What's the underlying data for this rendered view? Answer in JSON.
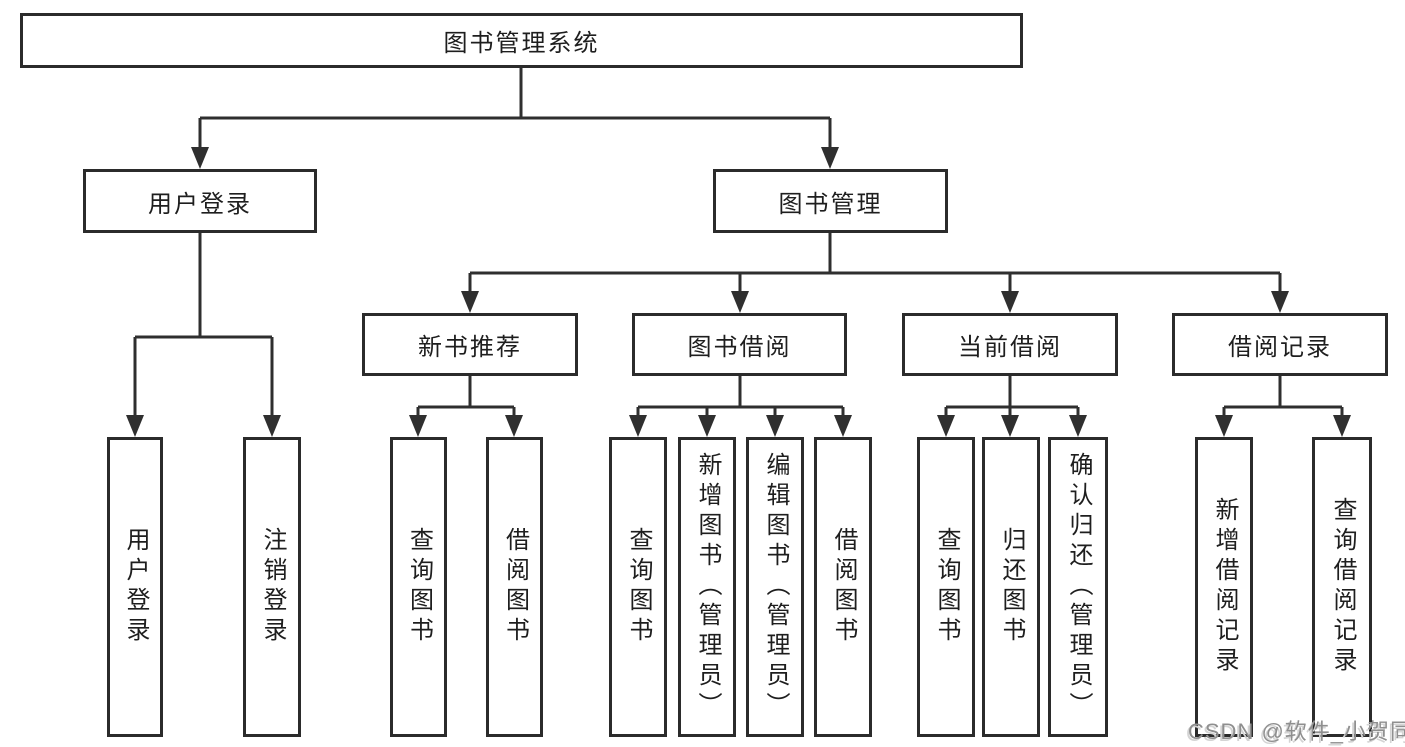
{
  "colors": {
    "line": "#2f2f2f",
    "box_border": "#2b2b2b",
    "box_background": "#ffffff",
    "text": "#1e1e1e",
    "watermark": "#8f8f8f"
  },
  "tree": {
    "label": "图书管理系统",
    "children": [
      {
        "label": "用户登录",
        "children": [
          {
            "label": "用户登录"
          },
          {
            "label": "注销登录"
          }
        ]
      },
      {
        "label": "图书管理",
        "children": [
          {
            "label": "新书推荐",
            "children": [
              {
                "label": "查询图书"
              },
              {
                "label": "借阅图书"
              }
            ]
          },
          {
            "label": "图书借阅",
            "children": [
              {
                "label": "查询图书"
              },
              {
                "label": "新增图书（管理员）"
              },
              {
                "label": "编辑图书（管理员）"
              },
              {
                "label": "借阅图书"
              }
            ]
          },
          {
            "label": "当前借阅",
            "children": [
              {
                "label": "查询图书"
              },
              {
                "label": "归还图书"
              },
              {
                "label": "确认归还（管理员）"
              }
            ]
          },
          {
            "label": "借阅记录",
            "children": [
              {
                "label": "新增借阅记录"
              },
              {
                "label": "查询借阅记录"
              }
            ]
          }
        ]
      }
    ]
  },
  "watermark": {
    "text": "CSDN @软件_小贺同学"
  }
}
